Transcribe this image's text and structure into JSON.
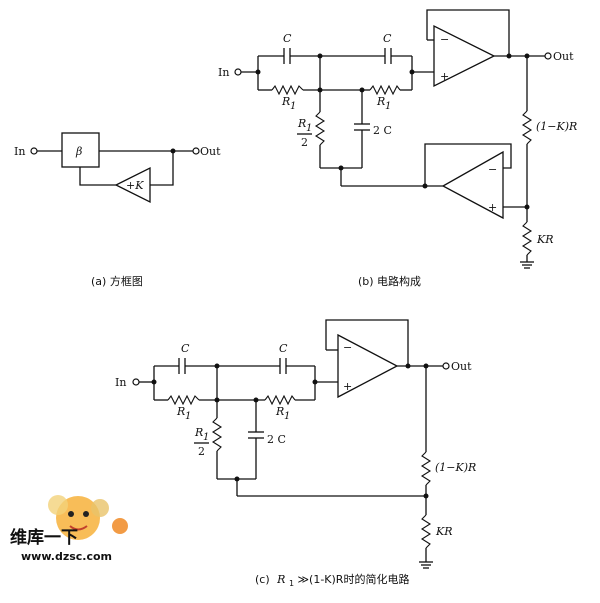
{
  "labels": {
    "in": "In",
    "out": "Out",
    "beta": "β",
    "plus_k": "+K",
    "c": "C",
    "two_c": "2 C",
    "r1": "R",
    "r1_sub": "1",
    "r1_over_2_num": "R",
    "r1_over_2_sub": "1",
    "r1_over_2_den": "2",
    "one_minus_k_r": "(1−K)R",
    "kr": "KR",
    "minus": "−",
    "plus": "+"
  },
  "captions": {
    "a": "(a) 方框图",
    "b": "(b) 电路构成",
    "c_prefix": "(c)",
    "c_r": "R",
    "c_sub": "1",
    "c_rest": "≫(1-K)R时的简化电路"
  },
  "watermark": {
    "logo_text": "维库一下",
    "url": "www.dzsc.com"
  }
}
